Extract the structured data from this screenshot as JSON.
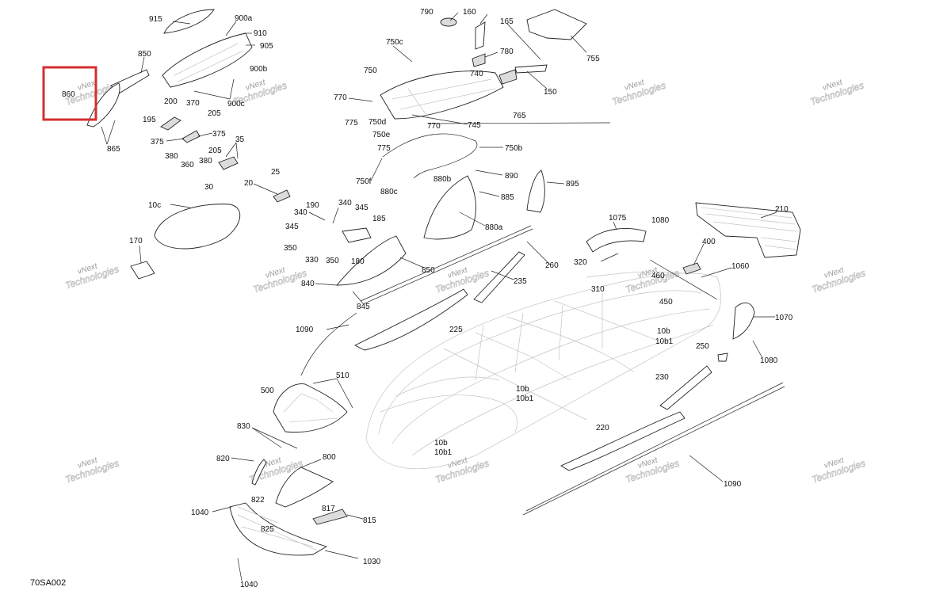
{
  "diagram_code": "70SA002",
  "highlight": {
    "part_number": "860",
    "color": "#d32f2f"
  },
  "watermark": {
    "line1": "vNext",
    "line2": "Technologies"
  },
  "labels": [
    {
      "id": "915",
      "text": "915"
    },
    {
      "id": "900a",
      "text": "900a"
    },
    {
      "id": "910",
      "text": "910"
    },
    {
      "id": "905",
      "text": "905"
    },
    {
      "id": "850a",
      "text": "850"
    },
    {
      "id": "900b",
      "text": "900b"
    },
    {
      "id": "900c",
      "text": "900c"
    },
    {
      "id": "860",
      "text": "860"
    },
    {
      "id": "865",
      "text": "865"
    },
    {
      "id": "200",
      "text": "200"
    },
    {
      "id": "370",
      "text": "370"
    },
    {
      "id": "205a",
      "text": "205"
    },
    {
      "id": "195",
      "text": "195"
    },
    {
      "id": "375a",
      "text": "375"
    },
    {
      "id": "375b",
      "text": "375"
    },
    {
      "id": "35",
      "text": "35"
    },
    {
      "id": "380a",
      "text": "380"
    },
    {
      "id": "360",
      "text": "360"
    },
    {
      "id": "205b",
      "text": "205"
    },
    {
      "id": "380b",
      "text": "380"
    },
    {
      "id": "30",
      "text": "30"
    },
    {
      "id": "790",
      "text": "790"
    },
    {
      "id": "160",
      "text": "160"
    },
    {
      "id": "165",
      "text": "165"
    },
    {
      "id": "755",
      "text": "755"
    },
    {
      "id": "750c",
      "text": "750c"
    },
    {
      "id": "780",
      "text": "780"
    },
    {
      "id": "740",
      "text": "740"
    },
    {
      "id": "750",
      "text": "750"
    },
    {
      "id": "150",
      "text": "150"
    },
    {
      "id": "770a",
      "text": "770"
    },
    {
      "id": "775a",
      "text": "775"
    },
    {
      "id": "750d",
      "text": "750d"
    },
    {
      "id": "770b",
      "text": "770"
    },
    {
      "id": "745",
      "text": "745"
    },
    {
      "id": "765",
      "text": "765"
    },
    {
      "id": "750e",
      "text": "750e"
    },
    {
      "id": "775b",
      "text": "775"
    },
    {
      "id": "750b",
      "text": "750b"
    },
    {
      "id": "750f",
      "text": "750f"
    },
    {
      "id": "880b",
      "text": "880b"
    },
    {
      "id": "890",
      "text": "890"
    },
    {
      "id": "895",
      "text": "895"
    },
    {
      "id": "880c",
      "text": "880c"
    },
    {
      "id": "885",
      "text": "885"
    },
    {
      "id": "880a",
      "text": "880a"
    },
    {
      "id": "25",
      "text": "25"
    },
    {
      "id": "20",
      "text": "20"
    },
    {
      "id": "10c",
      "text": "10c"
    },
    {
      "id": "190",
      "text": "190"
    },
    {
      "id": "340a",
      "text": "340"
    },
    {
      "id": "340b",
      "text": "340"
    },
    {
      "id": "345a",
      "text": "345"
    },
    {
      "id": "185",
      "text": "185"
    },
    {
      "id": "345b",
      "text": "345"
    },
    {
      "id": "170",
      "text": "170"
    },
    {
      "id": "350a",
      "text": "350"
    },
    {
      "id": "330",
      "text": "330"
    },
    {
      "id": "350b",
      "text": "350"
    },
    {
      "id": "180",
      "text": "180"
    },
    {
      "id": "850b",
      "text": "850"
    },
    {
      "id": "840",
      "text": "840"
    },
    {
      "id": "845",
      "text": "845"
    },
    {
      "id": "235",
      "text": "235"
    },
    {
      "id": "260",
      "text": "260"
    },
    {
      "id": "1075",
      "text": "1075"
    },
    {
      "id": "1080a",
      "text": "1080"
    },
    {
      "id": "210",
      "text": "210"
    },
    {
      "id": "400",
      "text": "400"
    },
    {
      "id": "320",
      "text": "320"
    },
    {
      "id": "1060",
      "text": "1060"
    },
    {
      "id": "460",
      "text": "460"
    },
    {
      "id": "310",
      "text": "310"
    },
    {
      "id": "450",
      "text": "450"
    },
    {
      "id": "1070",
      "text": "1070"
    },
    {
      "id": "1090a",
      "text": "1090"
    },
    {
      "id": "225",
      "text": "225"
    },
    {
      "id": "10b_a",
      "text": "10b"
    },
    {
      "id": "10b1_a",
      "text": "10b1"
    },
    {
      "id": "250",
      "text": "250"
    },
    {
      "id": "1080b",
      "text": "1080"
    },
    {
      "id": "510",
      "text": "510"
    },
    {
      "id": "230",
      "text": "230"
    },
    {
      "id": "500",
      "text": "500"
    },
    {
      "id": "10b_b",
      "text": "10b"
    },
    {
      "id": "10b1_b",
      "text": "10b1"
    },
    {
      "id": "830",
      "text": "830"
    },
    {
      "id": "220",
      "text": "220"
    },
    {
      "id": "820",
      "text": "820"
    },
    {
      "id": "800",
      "text": "800"
    },
    {
      "id": "10b_c",
      "text": "10b"
    },
    {
      "id": "10b1_c",
      "text": "10b1"
    },
    {
      "id": "1090b",
      "text": "1090"
    },
    {
      "id": "1040a",
      "text": "1040"
    },
    {
      "id": "822",
      "text": "822"
    },
    {
      "id": "817",
      "text": "817"
    },
    {
      "id": "825",
      "text": "825"
    },
    {
      "id": "815",
      "text": "815"
    },
    {
      "id": "1030",
      "text": "1030"
    },
    {
      "id": "1040b",
      "text": "1040"
    }
  ]
}
